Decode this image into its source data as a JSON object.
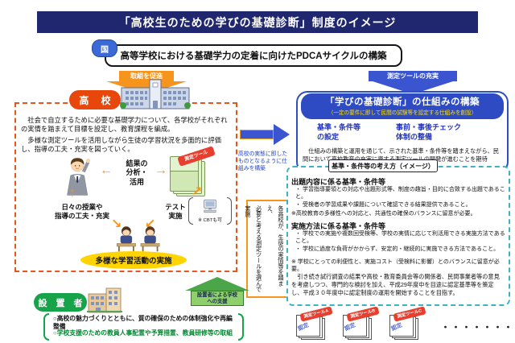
{
  "colors": {
    "banner_navy": "#20276e",
    "accent_orange": "#f7941d",
    "accent_red_orange": "#e8470b",
    "accent_blue": "#3a55cf",
    "deep_blue": "#2f4bc4",
    "accent_green": "#17a34a",
    "highlight_yellow": "#ffd400",
    "teal_dashed": "#3bb3c3",
    "tag_red": "#e83e2e",
    "text_blue": "#2233bb",
    "green_text": "#00862e"
  },
  "banner": {
    "title": "「高校生のための学びの基礎診断」制度のイメージ"
  },
  "pdca": {
    "badge": "国",
    "title": "高等学校における基礎学力の定着に向けたPDCAサイクルの構築"
  },
  "flow_arrows": {
    "left_label": "取組を促進",
    "right_label": "測定ツールの充実"
  },
  "school_panel": {
    "badge": "高 校",
    "para1": "　社会で自立するために必要な基礎学力について、各学校がそれぞれの実情を踏まえて目標を設定し、教育課程を編成。",
    "para2": "　多様な測定ツールを活用しながら生徒の学習状況を多面的に評価し、指導の工夫・充実を図っていく。",
    "cycle": {
      "result": "結果の\n分析・\n活用",
      "tool_tag": "測定ツール",
      "daily": "日々の授業や\n指導の工夫・充実",
      "test": "テスト\n実施",
      "cbt": "※ CBTも可",
      "activities": "多様な学習活動の実施"
    }
  },
  "middle": {
    "arrow_note": "高校の実態に即したものとなるように仕組みを構築",
    "vertical_note": "各高校が、生徒の実情等を踏まえ、\n必要と考える測定ツールを選んで実施"
  },
  "framework": {
    "title": "「学びの基礎診断」の仕組みの構築",
    "subtitle": "（一定の要件に即して民間の試験等を認定する仕組みを創設）",
    "item1": "基準・条件等\nの設定",
    "item2": "事前・事後チェック\n体制の整備",
    "note": "　仕組みの構築と運用を通じて、示された基準・条件等を踏まえながら、民間において高校教育の充実に資する測定ツールの開発が進むことを期待"
  },
  "criteria": {
    "header": "基準・条件等の考え方（イメージ）",
    "s1": {
      "title": "出題内容に係る基準・条件等",
      "bullets": [
        "・ 学習指導要領との対応や出題形式等、制度の趣旨・目的に合致する出題であること。",
        "・ 受検者の学習成果や課題について確認できる結果提供であること。"
      ],
      "note": "※高校教育の多様性への対応と、共通性の確保のバランスに留意が必要。"
    },
    "s2": {
      "title": "実施方法に係る基準・条件等",
      "bullets": [
        "・ 学校での実施や複数回受検等、学校の実情に応じて利活用できる実施方法であること。",
        "・ 学校に過度な負荷がかからず、安定的・継続的に実施できる方法であること。"
      ],
      "note": "※ 学校にとっての利便性と、実施コスト（受検料に影響）とのバランスに留意が必要。"
    },
    "schedule": "　引き続き試行調査の結果や高校・教育委員会等の関係者、民間事業者等の意見を考慮しつつ、専門的な検討を加え、平成29年度中を目途に認定基準等を策定し、平成３０年度中に認定制度の運用を開始することを目指す。"
  },
  "founder": {
    "arrow_label": "設置者による学校\nへの支援",
    "badge": "設 置 者",
    "item1": "○高校の魅力づくりとともに、質の確保のための体制強化や再編整備",
    "item2": "○学校支援のための教員人事配置や予算措置、教員研修等の取組"
  },
  "tools": {
    "stamp": "認定",
    "items": [
      "測定ツールA",
      "測定ツールB",
      "測定ツールC"
    ],
    "dots": "・・・・・・・・・"
  }
}
